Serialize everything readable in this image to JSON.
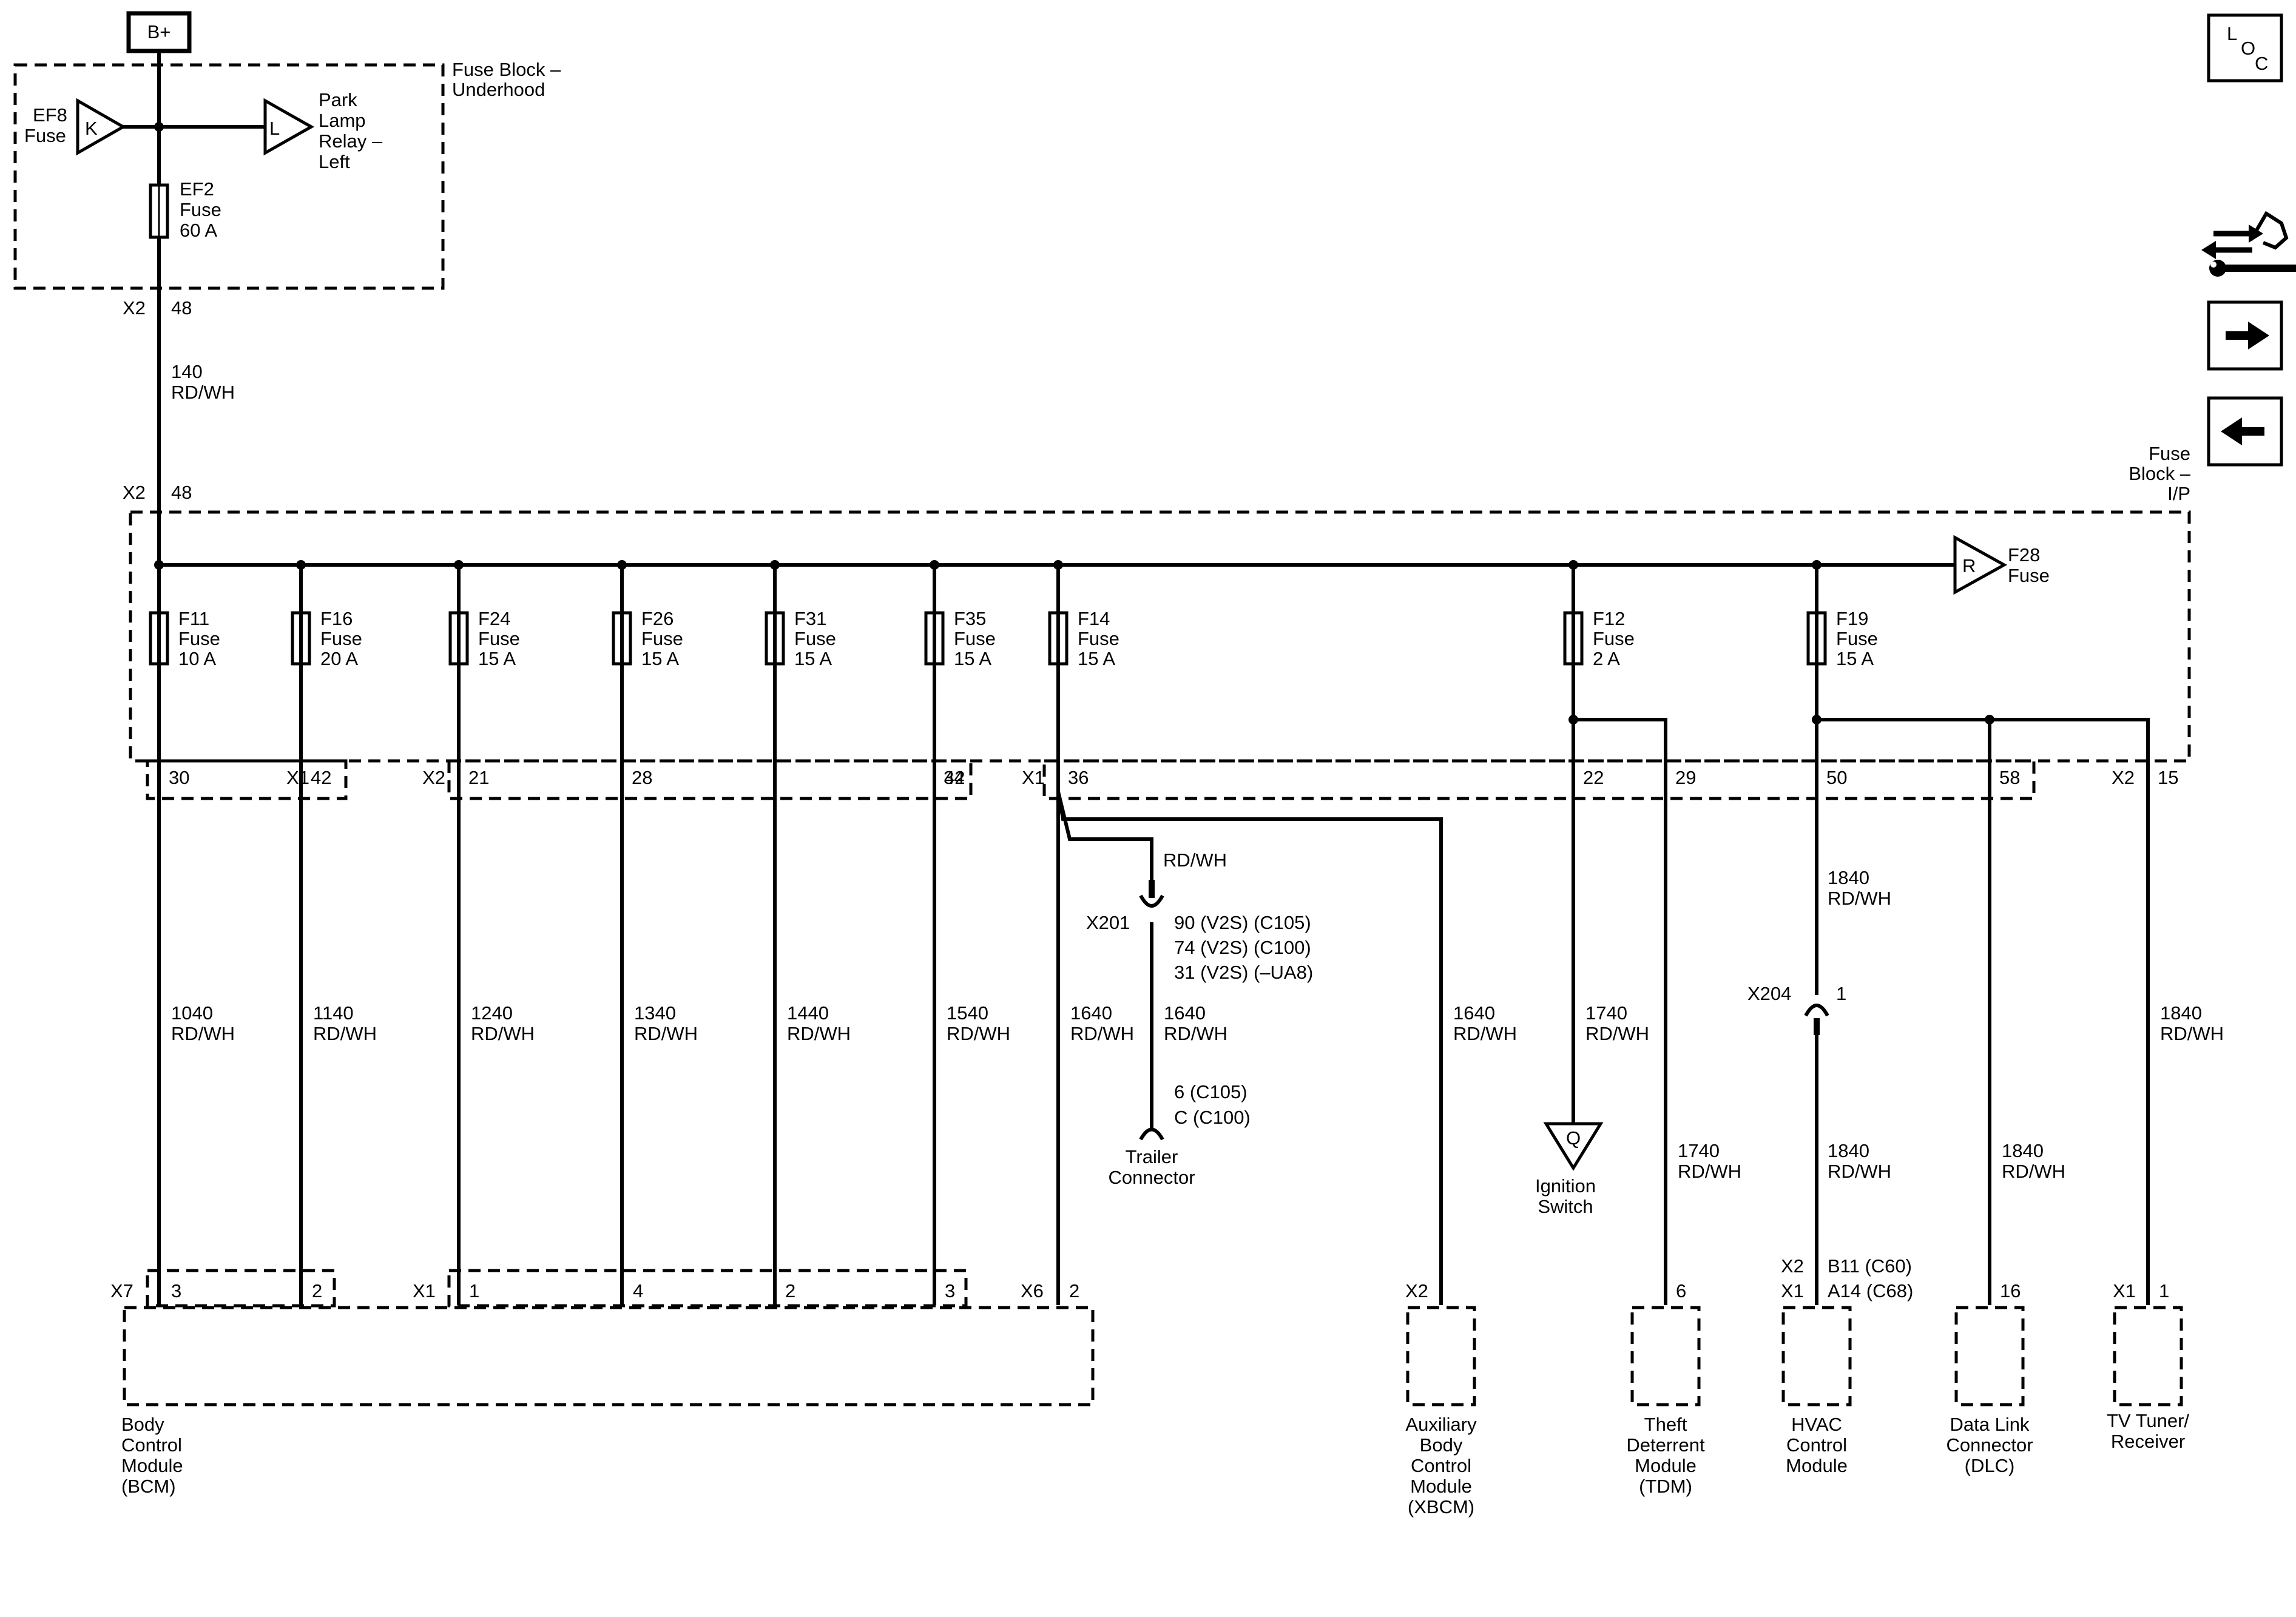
{
  "source": {
    "label": "B+"
  },
  "loc_label": [
    "L",
    "O",
    "C"
  ],
  "underhood_block": {
    "title": [
      "Fuse Block –",
      "Underhood"
    ],
    "ef8": {
      "symbol": "K",
      "label": [
        "EF8",
        "Fuse"
      ]
    },
    "relay": {
      "symbol": "L",
      "label": [
        "Park",
        "Lamp",
        "Relay –",
        "Left"
      ]
    },
    "ef2": {
      "label": [
        "EF2",
        "Fuse",
        "60 A"
      ]
    },
    "out_connector": "X2",
    "out_pin": "48"
  },
  "feed_wire": {
    "circuit": "140",
    "color": "RD/WH"
  },
  "ip_block": {
    "title": [
      "Fuse",
      "Block –",
      "I/P"
    ],
    "in_connector": "X2",
    "in_pin": "48",
    "f28": {
      "symbol": "R",
      "label": [
        "F28",
        "Fuse"
      ]
    }
  },
  "fuses": [
    {
      "name": "F11",
      "rating": "10 A"
    },
    {
      "name": "F16",
      "rating": "20 A"
    },
    {
      "name": "F24",
      "rating": "15 A"
    },
    {
      "name": "F26",
      "rating": "15 A"
    },
    {
      "name": "F31",
      "rating": "15 A"
    },
    {
      "name": "F35",
      "rating": "15 A"
    },
    {
      "name": "F14",
      "rating": "15 A"
    },
    {
      "name": "F12",
      "rating": "2 A"
    },
    {
      "name": "F19",
      "rating": "15 A"
    }
  ],
  "fuse_word": "Fuse",
  "pins": [
    {
      "connector": "X1",
      "pin": "30"
    },
    {
      "pin": "42"
    },
    {
      "connector": "X2",
      "pin": "21"
    },
    {
      "pin": "28"
    },
    {
      "pin": "34"
    },
    {
      "pin": "42"
    },
    {
      "connector": "X1",
      "pin": "36"
    },
    {
      "pin": "22"
    },
    {
      "pin": "29"
    },
    {
      "pin": "50"
    },
    {
      "pin": "58"
    },
    {
      "connector": "X2",
      "pin": "15"
    }
  ],
  "wires": [
    {
      "circuit": "1040",
      "color": "RD/WH"
    },
    {
      "circuit": "1140",
      "color": "RD/WH"
    },
    {
      "circuit": "1240",
      "color": "RD/WH"
    },
    {
      "circuit": "1340",
      "color": "RD/WH"
    },
    {
      "circuit": "1440",
      "color": "RD/WH"
    },
    {
      "circuit": "1540",
      "color": "RD/WH"
    },
    {
      "circuit": "1640",
      "color": "RD/WH"
    },
    {
      "circuit": "1640",
      "color": "RD/WH"
    },
    {
      "circuit": "1640",
      "color": "RD/WH"
    },
    {
      "circuit": "1740",
      "color": "RD/WH"
    },
    {
      "circuit": "1740",
      "color": "RD/WH"
    },
    {
      "circuit": "1840",
      "color": "RD/WH"
    },
    {
      "circuit": "1840",
      "color": "RD/WH"
    },
    {
      "circuit": "1840",
      "color": "RD/WH"
    },
    {
      "circuit": "1840",
      "color": "RD/WH"
    }
  ],
  "trailer": {
    "wire_color": "RD/WH",
    "x201": {
      "name": "X201",
      "pins": [
        "90 (V2S) (C105)",
        "74 (V2S) (C100)",
        "31 (V2S) (–UA8)"
      ]
    },
    "end_pins": [
      "6 (C105)",
      "C (C100)"
    ],
    "label": [
      "Trailer",
      "Connector"
    ]
  },
  "ignition": {
    "symbol": "Q",
    "label": [
      "Ignition",
      "Switch"
    ]
  },
  "x204": {
    "name": "X204",
    "pin": "1"
  },
  "bcm": {
    "label": [
      "Body",
      "Control",
      "Module",
      "(BCM)"
    ],
    "x7": "X7",
    "x7_pins": [
      "3",
      "2"
    ],
    "x1": "X1",
    "x1_pins": [
      "1",
      "4",
      "2",
      "3"
    ],
    "x6": "X6",
    "x6_pin": "2"
  },
  "xbcm": {
    "connector": "X2",
    "label": [
      "Auxiliary",
      "Body",
      "Control",
      "Module",
      "(XBCM)"
    ]
  },
  "tdm": {
    "pin": "6",
    "label": [
      "Theft",
      "Deterrent",
      "Module",
      "(TDM)"
    ]
  },
  "hvac": {
    "conn1": "X2",
    "pin1": "B11 (C60)",
    "conn2": "X1",
    "pin2": "A14 (C68)",
    "label": [
      "HVAC",
      "Control",
      "Module"
    ]
  },
  "dlc": {
    "pin": "16",
    "label": [
      "Data Link",
      "Connector",
      "(DLC)"
    ]
  },
  "tv": {
    "connector": "X1",
    "pin": "1",
    "label": [
      "TV Tuner/",
      "Receiver"
    ]
  },
  "icons": [
    "loc-icon",
    "component-view-icon",
    "next-arrow-icon",
    "previous-arrow-icon"
  ]
}
